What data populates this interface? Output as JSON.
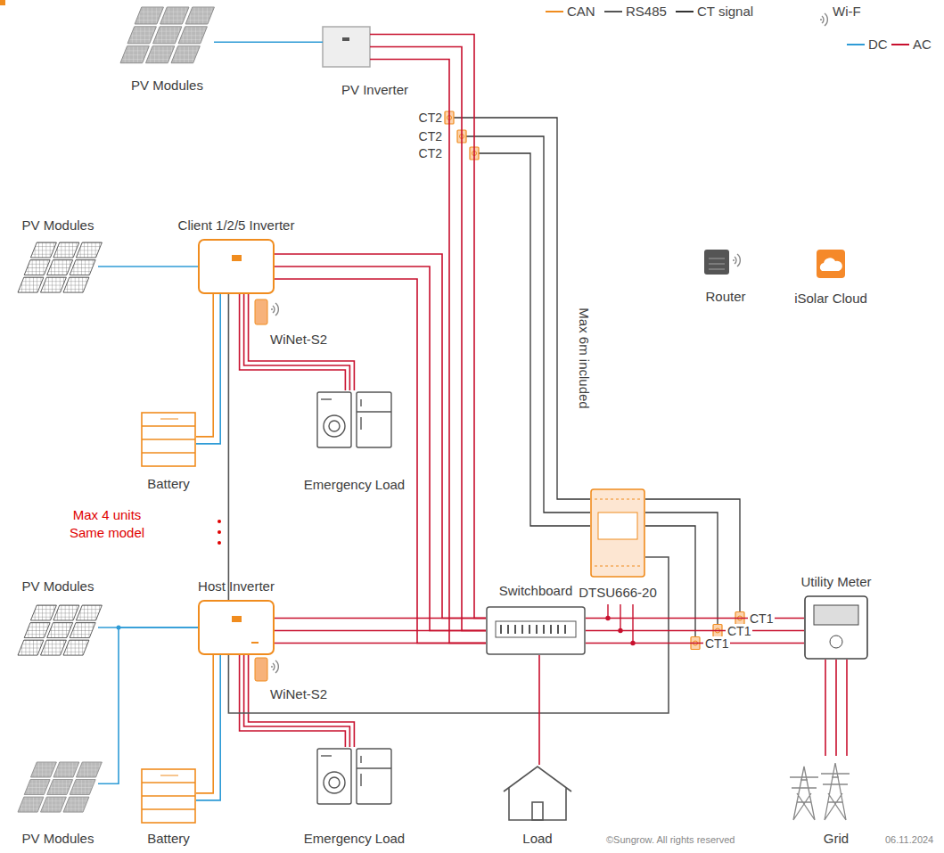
{
  "diagram": {
    "nodes": [
      {
        "text": [
          "PV Modules"
        ]
      },
      {
        "text": [
          "PV Inverter"
        ]
      },
      {
        "text": [
          "PV Modules"
        ]
      },
      {
        "text": [
          "Client 1/2/5 Inverter"
        ]
      },
      {
        "text": [
          "Router"
        ]
      },
      {
        "text": [
          "iSolar Cloud"
        ]
      },
      {
        "text": [
          "WiNet-S2"
        ]
      },
      {
        "text": [
          "Battery"
        ]
      },
      {
        "text": [
          "Emergency Load"
        ]
      },
      {
        "text": [
          "DTSU666-20"
        ]
      },
      {
        "text": [
          "PV Modules"
        ]
      },
      {
        "text": [
          "Host Inverter"
        ]
      },
      {
        "text": [
          "Switchboard"
        ]
      },
      {
        "text": [
          "Utility Meter"
        ]
      },
      {
        "text": [
          "WiNet-S2"
        ]
      },
      {
        "text": [
          "PV Modules"
        ]
      },
      {
        "text": [
          "Battery"
        ]
      },
      {
        "text": [
          "Emergency Load"
        ]
      },
      {
        "text": [
          "Load"
        ]
      },
      {
        "text": [
          "Grid"
        ]
      }
    ],
    "edges": [
      {
        "from": 0,
        "to": 1,
        "arrow": "none"
      },
      {
        "from": 2,
        "to": 3,
        "arrow": "none"
      },
      {
        "from": 7,
        "to": 3,
        "arrow": "none"
      },
      {
        "from": 3,
        "to": 8,
        "arrow": "none"
      },
      {
        "from": 3,
        "to": 11,
        "arrow": "none"
      },
      {
        "from": 3,
        "to": 12,
        "arrow": "none"
      },
      {
        "from": 1,
        "to": 12,
        "arrow": "none"
      },
      {
        "from": 11,
        "to": 12,
        "arrow": "none"
      },
      {
        "from": 10,
        "to": 11,
        "arrow": "none"
      },
      {
        "from": 15,
        "to": 11,
        "arrow": "none"
      },
      {
        "from": 16,
        "to": 11,
        "arrow": "none"
      },
      {
        "from": 11,
        "to": 17,
        "arrow": "none"
      },
      {
        "from": 11,
        "to": 9,
        "arrow": "none"
      },
      {
        "from": 12,
        "to": 13,
        "arrow": "none"
      },
      {
        "from": 12,
        "to": 18,
        "arrow": "none"
      },
      {
        "from": 13,
        "to": 19,
        "arrow": "none"
      }
    ],
    "labels": [
      "CT2",
      "CT2",
      "CT2",
      "Max 6m included",
      "Max 4 units",
      "Same model",
      "CT1",
      "CT1",
      "CT1",
      "©Sungrow. All rights reserved",
      "06.11.2024"
    ],
    "legend": [
      {
        "text": "CAN",
        "color": "#f08c1e"
      },
      {
        "text": "RS485",
        "color": "#555555"
      },
      {
        "text": "CT signal",
        "color": "#333333"
      },
      {
        "text": "Wi-F"
      },
      {
        "text": "DC",
        "color": "#2e9bd6"
      },
      {
        "text": "AC",
        "color": "#c8102e"
      }
    ]
  }
}
